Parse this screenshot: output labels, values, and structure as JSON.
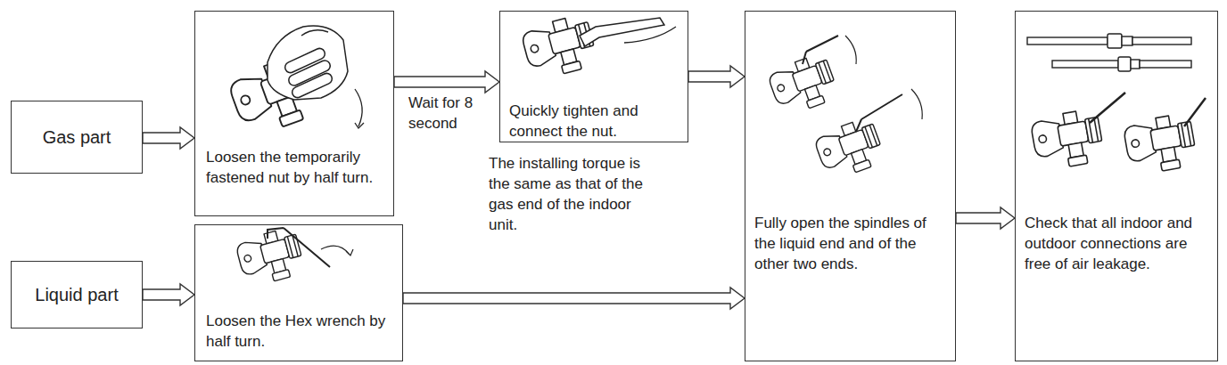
{
  "diagram": {
    "nodes": [
      {
        "text": [
          "Gas part"
        ]
      },
      {
        "text": [
          "Loosen the temporarily fastened nut by half turn."
        ]
      },
      {
        "text": [
          "Quickly tighten and connect the nut."
        ]
      },
      {
        "text": [
          "Liquid part"
        ]
      },
      {
        "text": [
          "Loosen the Hex wrench by half turn."
        ]
      },
      {
        "text": [
          "Fully open the spindles of the liquid end and of the other two ends."
        ]
      },
      {
        "text": [
          "Check that all indoor and outdoor connections are free of air leakage."
        ]
      }
    ],
    "edges": [
      {
        "from": 0,
        "to": 1,
        "arrow": "to"
      },
      {
        "from": 1,
        "to": 2,
        "arrow": "to",
        "label": "Wait for 8 second"
      },
      {
        "from": 2,
        "to": 5,
        "arrow": "to"
      },
      {
        "from": 3,
        "to": 4,
        "arrow": "to"
      },
      {
        "from": 4,
        "to": 5,
        "arrow": "to"
      },
      {
        "from": 5,
        "to": 6,
        "arrow": "to"
      }
    ],
    "labels": [
      "The installing torque is the same as that of the gas end of the indoor unit."
    ]
  }
}
